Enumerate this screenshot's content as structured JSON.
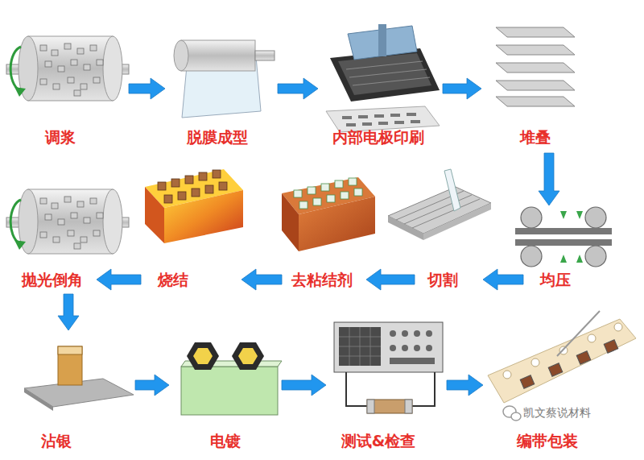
{
  "diagram": {
    "nodes": [
      {
        "text": [
          "调浆"
        ]
      },
      {
        "text": [
          "脱膜成型"
        ]
      },
      {
        "text": [
          "内部电极印刷"
        ]
      },
      {
        "text": [
          "堆叠"
        ]
      },
      {
        "text": [
          "均压"
        ]
      },
      {
        "text": [
          "切割"
        ]
      },
      {
        "text": [
          "去粘结剂"
        ]
      },
      {
        "text": [
          "烧结"
        ]
      },
      {
        "text": [
          "抛光倒角"
        ]
      },
      {
        "text": [
          "沾银"
        ]
      },
      {
        "text": [
          "电镀"
        ]
      },
      {
        "text": [
          "测试&检查"
        ]
      },
      {
        "text": [
          "编带包装"
        ]
      }
    ],
    "edges": [
      {
        "from": 0,
        "to": 1,
        "arrow": "to"
      },
      {
        "from": 1,
        "to": 2,
        "arrow": "to"
      },
      {
        "from": 2,
        "to": 3,
        "arrow": "to"
      },
      {
        "from": 3,
        "to": 4,
        "arrow": "to"
      },
      {
        "from": 4,
        "to": 5,
        "arrow": "to"
      },
      {
        "from": 5,
        "to": 6,
        "arrow": "to"
      },
      {
        "from": 6,
        "to": 7,
        "arrow": "to"
      },
      {
        "from": 7,
        "to": 8,
        "arrow": "to"
      },
      {
        "from": 8,
        "to": 9,
        "arrow": "to"
      },
      {
        "from": 9,
        "to": 10,
        "arrow": "to"
      },
      {
        "from": 10,
        "to": 11,
        "arrow": "to"
      },
      {
        "from": 11,
        "to": 12,
        "arrow": "to"
      }
    ],
    "labels": [
      "凯文蔡说材料"
    ]
  }
}
